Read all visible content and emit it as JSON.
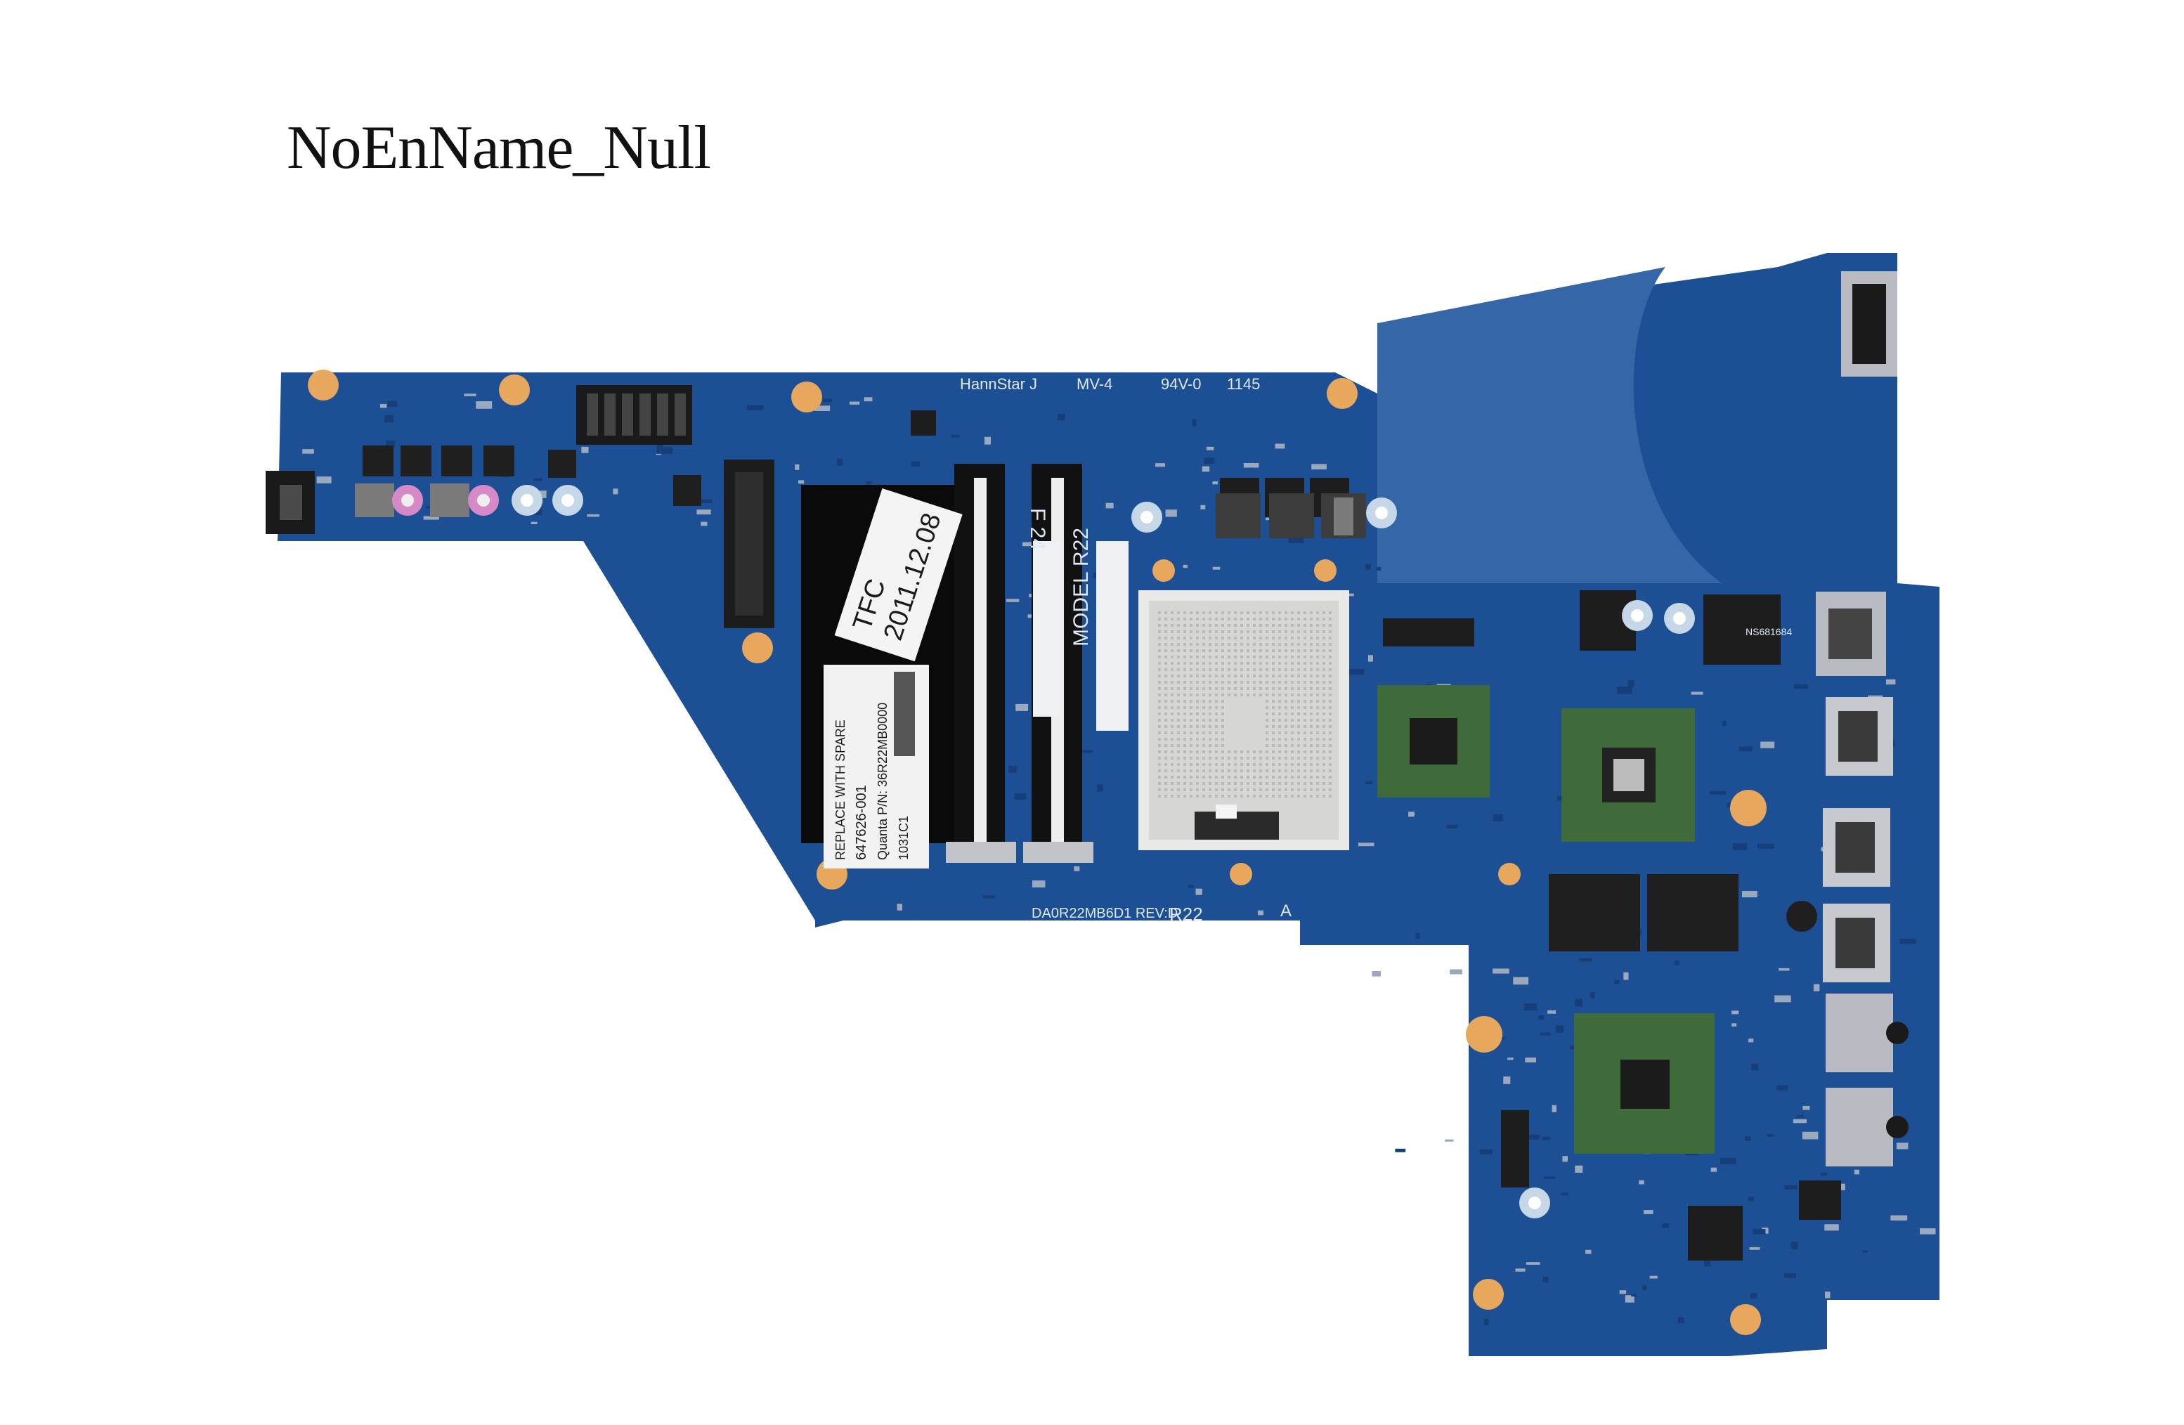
{
  "watermark": "NoEnName_Null",
  "silkscreen": {
    "maker": "HannStar J",
    "mv": "MV-4",
    "rating": "94V-0",
    "code": "1145",
    "model": "MODEL R22",
    "part_number": "DA0R22MB6D1 REV:D",
    "board_rev": "R22",
    "rev_letter": "A",
    "slot_mark": "F 24",
    "lan_chip": "NS681684"
  },
  "stickers": {
    "date_label_line1": "TFC",
    "date_label_line2": "2011.12.08",
    "hp_line1": "REPLACE WITH SPARE",
    "hp_line2": "647626-001",
    "hp_line3": "Quanta P/N: 36R22MB0000",
    "hp_line4": "1031C1"
  },
  "colors": {
    "pcb": "#1d4f94",
    "pcb_dark": "#163e78",
    "pcb_light": "#3566a8",
    "socket": "#e9e9e7",
    "chip_green": "#3f6b3b",
    "chip_die": "#1b1b1b",
    "ram_slot": "#111111",
    "pad": "#e7a85d",
    "port_metal": "#b8bcc2"
  }
}
